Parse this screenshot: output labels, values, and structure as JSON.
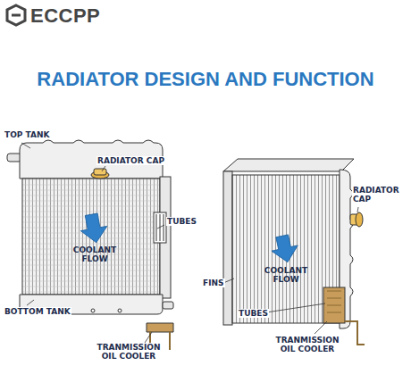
{
  "diagram": {
    "title": "RADIATOR DESIGN AND FUNCTION",
    "labels": [
      "ECCPP",
      "TOP TANK",
      "RADIATOR CAP",
      "TUBES",
      "COOLANT FLOW",
      "BOTTOM TANK",
      "TRANMISSION OIL COOLER",
      "RADIATOR CAP",
      "COOLANT FLOW",
      "FINS",
      "TUBES",
      "TRANMISSION OIL COOLER"
    ]
  }
}
